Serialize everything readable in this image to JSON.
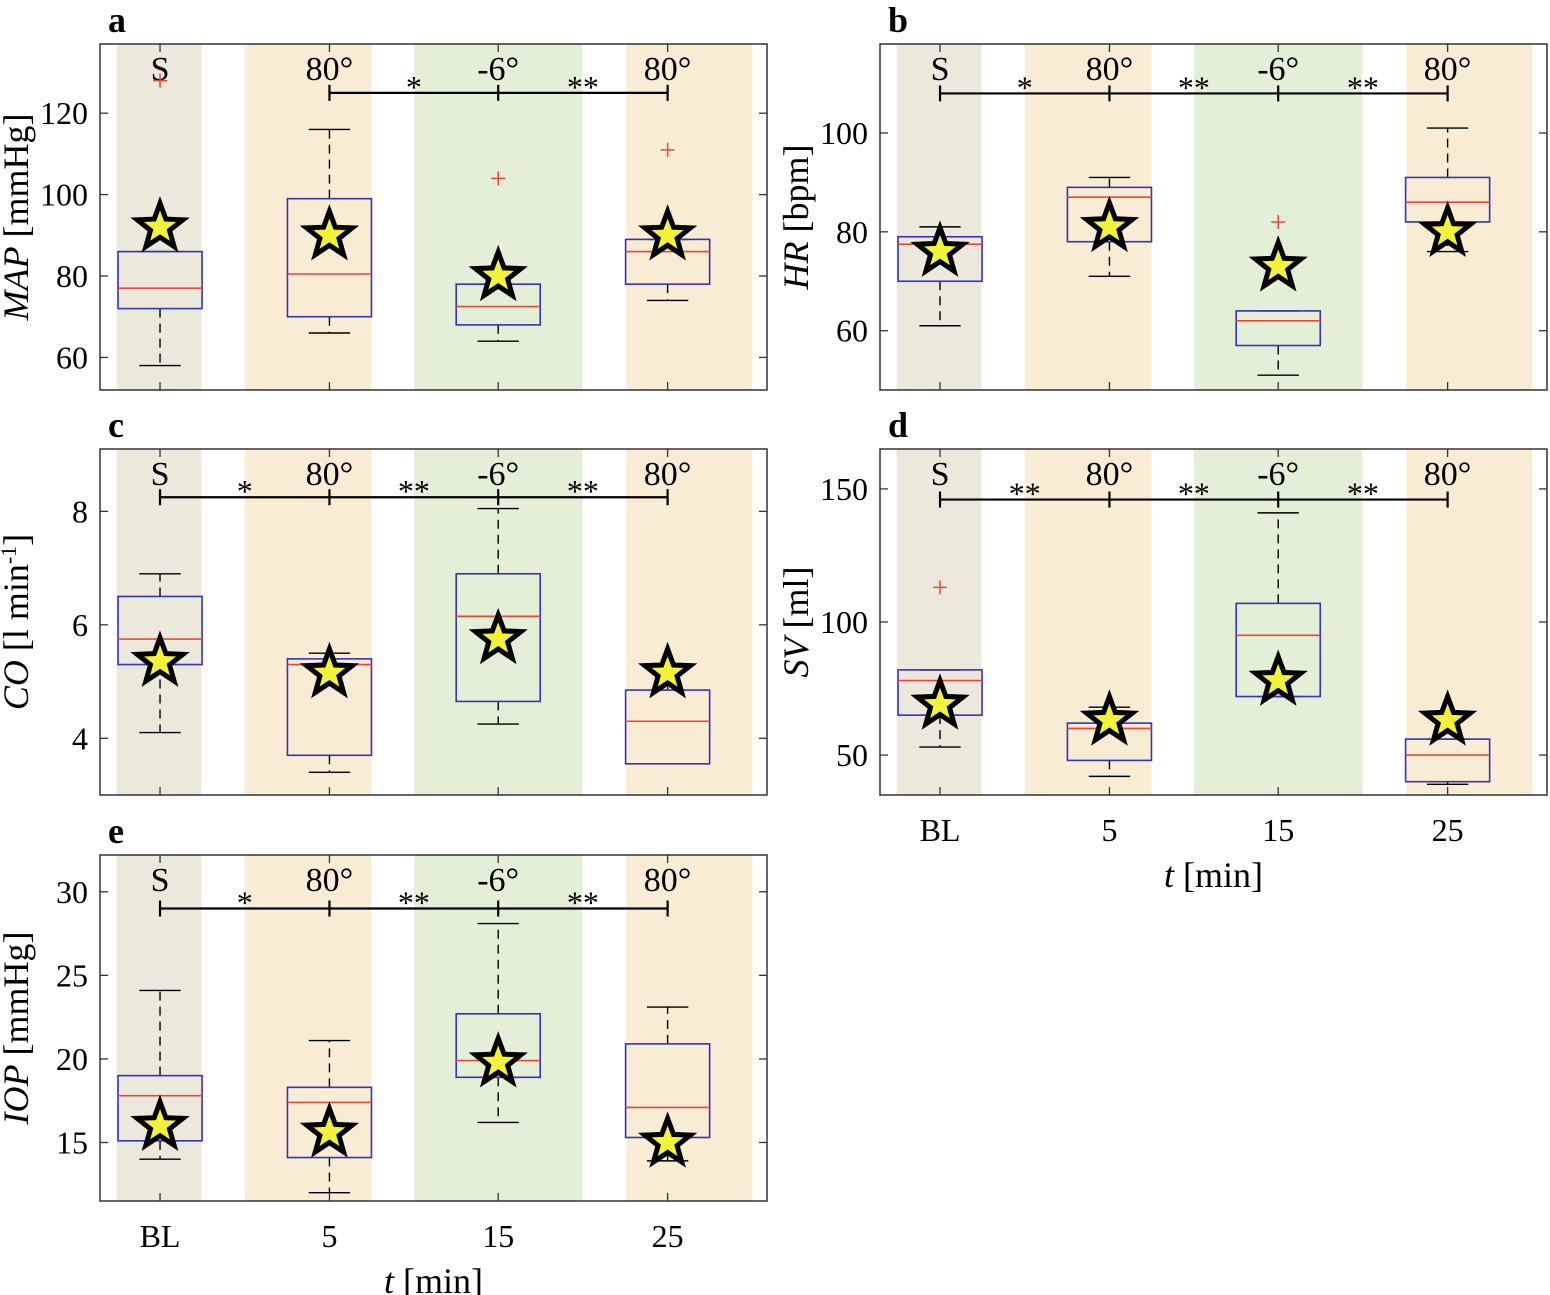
{
  "figure": {
    "x_tick_labels": [
      "BL",
      "5",
      "15",
      "25"
    ],
    "x_label_var": "t",
    "x_label_unit": " [min]",
    "position_labels": [
      "S",
      "80°",
      "-6°",
      "80°"
    ],
    "band_colors": [
      "#ece8dc",
      "#f8ecd4",
      "#e3efd6",
      "#f8ecd4"
    ],
    "box_color": "#3333bb",
    "median_color": "#e8483a",
    "outlier_color": "#e8483a",
    "star_fill": "#f2f23a",
    "star_stroke": "#000000",
    "bracket_color": "#000000"
  },
  "chart_data": [
    {
      "panel": "a",
      "type": "box",
      "ylabel_var": "MAP",
      "ylabel_unit": " [mmHg]",
      "ylim": [
        52,
        137
      ],
      "yticks": [
        60,
        80,
        100,
        120
      ],
      "categories": [
        "BL",
        "5",
        "15",
        "25"
      ],
      "boxes": [
        {
          "whisker_low": 58,
          "q1": 72,
          "median": 77,
          "q3": 86,
          "whisker_high": 86,
          "outliers": [
            128
          ],
          "star": 92
        },
        {
          "whisker_low": 66,
          "q1": 70,
          "median": 80.5,
          "q3": 99,
          "whisker_high": 116,
          "outliers": [],
          "star": 90
        },
        {
          "whisker_low": 64,
          "q1": 68,
          "median": 72.5,
          "q3": 78,
          "whisker_high": 78,
          "outliers": [
            104
          ],
          "star": 80
        },
        {
          "whisker_low": 74,
          "q1": 78,
          "median": 86,
          "q3": 89,
          "whisker_high": 89,
          "outliers": [
            111
          ],
          "star": 90
        }
      ],
      "bracket": {
        "y": 125,
        "from": 1,
        "to": 3
      },
      "significance": [
        {
          "between": [
            1,
            2
          ],
          "label": "*"
        },
        {
          "between": [
            2,
            3
          ],
          "label": "**"
        }
      ]
    },
    {
      "panel": "b",
      "type": "box",
      "ylabel_var": "HR",
      "ylabel_unit": " [bpm]",
      "ylim": [
        48,
        118
      ],
      "yticks": [
        60,
        80,
        100
      ],
      "categories": [
        "BL",
        "5",
        "15",
        "25"
      ],
      "boxes": [
        {
          "whisker_low": 61,
          "q1": 70,
          "median": 77.5,
          "q3": 79,
          "whisker_high": 81,
          "outliers": [],
          "star": 76
        },
        {
          "whisker_low": 71,
          "q1": 78,
          "median": 87,
          "q3": 89,
          "whisker_high": 91,
          "outliers": [],
          "star": 81
        },
        {
          "whisker_low": 51,
          "q1": 57,
          "median": 62,
          "q3": 64,
          "whisker_high": 64,
          "outliers": [
            82
          ],
          "star": 73
        },
        {
          "whisker_low": 76,
          "q1": 82,
          "median": 86,
          "q3": 91,
          "whisker_high": 101,
          "outliers": [],
          "star": 80
        }
      ],
      "bracket": {
        "y": 108,
        "from": 0,
        "to": 3
      },
      "significance": [
        {
          "between": [
            0,
            1
          ],
          "label": "*"
        },
        {
          "between": [
            1,
            2
          ],
          "label": "**"
        },
        {
          "between": [
            2,
            3
          ],
          "label": "**"
        }
      ]
    },
    {
      "panel": "c",
      "type": "box",
      "ylabel_var": "CO",
      "ylabel_unit": "  [l min",
      "ylabel_sup": "-1",
      "ylabel_end": "]",
      "ylim": [
        3,
        9.1
      ],
      "yticks": [
        4,
        6,
        8
      ],
      "categories": [
        "BL",
        "5",
        "15",
        "25"
      ],
      "boxes": [
        {
          "whisker_low": 4.1,
          "q1": 5.3,
          "median": 5.75,
          "q3": 6.5,
          "whisker_high": 6.9,
          "outliers": [],
          "star": 5.35
        },
        {
          "whisker_low": 3.4,
          "q1": 3.7,
          "median": 5.3,
          "q3": 5.4,
          "whisker_high": 5.5,
          "outliers": [],
          "star": 5.15
        },
        {
          "whisker_low": 4.25,
          "q1": 4.65,
          "median": 6.15,
          "q3": 6.9,
          "whisker_high": 8.05,
          "outliers": [],
          "star": 5.75
        },
        {
          "whisker_low": 3.55,
          "q1": 3.55,
          "median": 4.3,
          "q3": 4.85,
          "whisker_high": 5.3,
          "outliers": [],
          "star": 5.15
        }
      ],
      "bracket": {
        "y": 8.25,
        "from": 0,
        "to": 3
      },
      "significance": [
        {
          "between": [
            0,
            1
          ],
          "label": "*"
        },
        {
          "between": [
            1,
            2
          ],
          "label": "**"
        },
        {
          "between": [
            2,
            3
          ],
          "label": "**"
        }
      ]
    },
    {
      "panel": "d",
      "type": "box",
      "ylabel_var": "SV",
      "ylabel_unit": " [ml]",
      "ylim": [
        35,
        165
      ],
      "yticks": [
        50,
        100,
        150
      ],
      "categories": [
        "BL",
        "5",
        "15",
        "25"
      ],
      "boxes": [
        {
          "whisker_low": 53,
          "q1": 65,
          "median": 78,
          "q3": 82,
          "whisker_high": 82,
          "outliers": [
            113
          ],
          "star": 69
        },
        {
          "whisker_low": 42,
          "q1": 48,
          "median": 60,
          "q3": 62,
          "whisker_high": 68,
          "outliers": [],
          "star": 63
        },
        {
          "whisker_low": 72,
          "q1": 72,
          "median": 95,
          "q3": 107,
          "whisker_high": 141,
          "outliers": [],
          "star": 78
        },
        {
          "whisker_low": 39,
          "q1": 40,
          "median": 50,
          "q3": 56,
          "whisker_high": 56,
          "outliers": [],
          "star": 63
        }
      ],
      "bracket": {
        "y": 146,
        "from": 0,
        "to": 3
      },
      "significance": [
        {
          "between": [
            0,
            1
          ],
          "label": "**"
        },
        {
          "between": [
            1,
            2
          ],
          "label": "**"
        },
        {
          "between": [
            2,
            3
          ],
          "label": "**"
        }
      ]
    },
    {
      "panel": "e",
      "type": "box",
      "ylabel_var": "IOP",
      "ylabel_unit": " [mmHg]",
      "ylim": [
        11.5,
        32.2
      ],
      "yticks": [
        15,
        20,
        25,
        30
      ],
      "categories": [
        "BL",
        "5",
        "15",
        "25"
      ],
      "boxes": [
        {
          "whisker_low": 14,
          "q1": 15.1,
          "median": 17.8,
          "q3": 19,
          "whisker_high": 24.1,
          "outliers": [],
          "star": 16
        },
        {
          "whisker_low": 12,
          "q1": 14.1,
          "median": 17.4,
          "q3": 18.3,
          "whisker_high": 21.1,
          "outliers": [],
          "star": 15.6
        },
        {
          "whisker_low": 16.2,
          "q1": 18.9,
          "median": 19.9,
          "q3": 22.7,
          "whisker_high": 28.1,
          "outliers": [],
          "star": 19.8
        },
        {
          "whisker_low": 13.9,
          "q1": 15.3,
          "median": 17.1,
          "q3": 20.9,
          "whisker_high": 23.1,
          "outliers": [],
          "star": 15
        }
      ],
      "bracket": {
        "y": 29,
        "from": 0,
        "to": 3
      },
      "significance": [
        {
          "between": [
            0,
            1
          ],
          "label": "*"
        },
        {
          "between": [
            1,
            2
          ],
          "label": "**"
        },
        {
          "between": [
            2,
            3
          ],
          "label": "**"
        }
      ]
    }
  ]
}
